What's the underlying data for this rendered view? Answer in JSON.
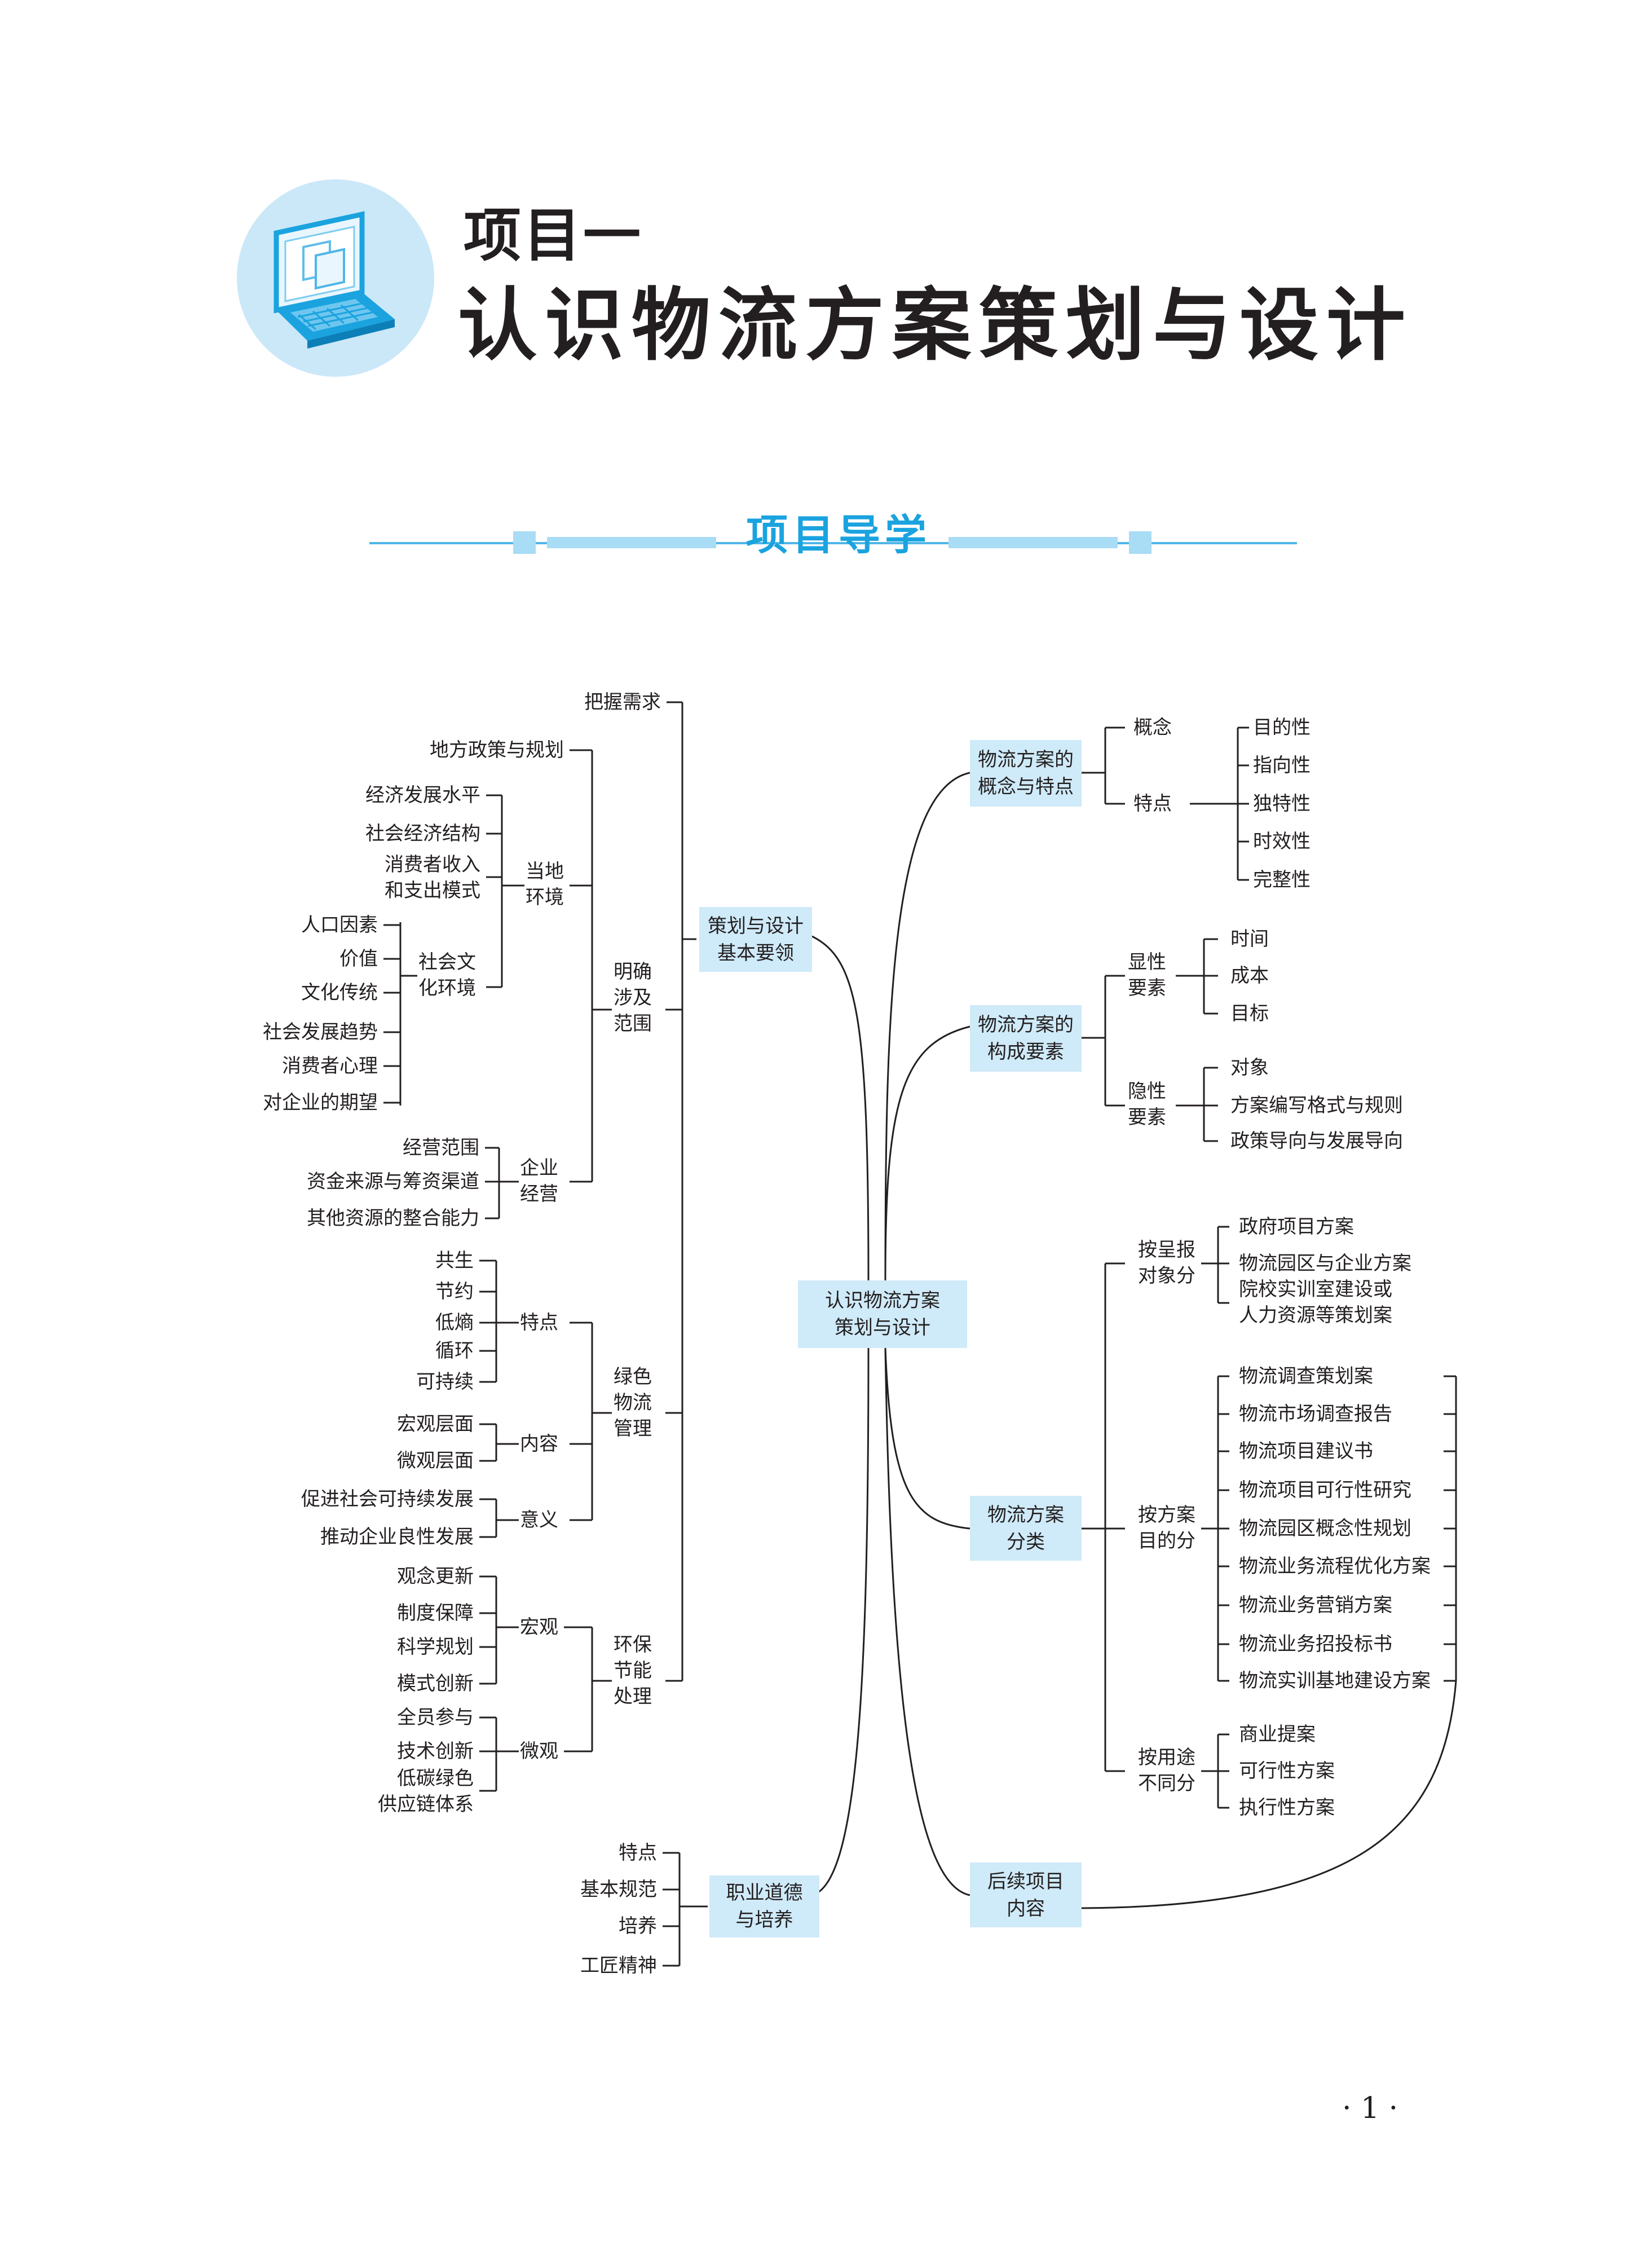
{
  "header": {
    "project_number": "项目一",
    "project_title": "认识物流方案策划与设计",
    "badge_icon": "laptop-icon"
  },
  "section": {
    "label": "项目导学"
  },
  "colors": {
    "accent": "#1aa3df",
    "box_fill": "#cfeaf8",
    "badge_circle": "#cbe8f8",
    "text": "#231f20"
  },
  "mindmap": {
    "root": "认识物流方案\n策划与设计",
    "nodes": {
      "L1_celue": "策划与设计\n基本要领",
      "L1_zhiye": "职业道德\n与培养",
      "R1_gainian": "物流方案的\n概念与特点",
      "R1_goucheng": "物流方案的\n构成要素",
      "R1_fenlei": "物流方案\n分类",
      "R1_houxu": "后续项目\n内容",
      "bawo": "把握需求",
      "mingque": "明确\n涉及\n范围",
      "lvse": "绿色\n物流\n管理",
      "huanbao": "环保\n节能\n处理",
      "difang": "地方政策与规划",
      "dangdi": "当地\n环境",
      "qiye": "企业\n经营",
      "jingji_fazhan": "经济发展水平",
      "shehui_jingji": "社会经济结构",
      "xiaofei_shouru": "消费者收入\n和支出模式",
      "shehui_wenhua": "社会文\n化环境",
      "renkou": "人口因素",
      "jiazhi": "价值",
      "wenhua": "文化传统",
      "shehui_qushi": "社会发展趋势",
      "xiaofei_xinli": "消费者心理",
      "qiwang": "对企业的期望",
      "jingying_fanwei": "经营范围",
      "zijin": "资金来源与筹资渠道",
      "qita_ziyuan": "其他资源的整合能力",
      "tedian_l": "特点",
      "neirong": "内容",
      "yiyi": "意义",
      "gongsheng": "共生",
      "jieyue": "节约",
      "dishang": "低熵",
      "xunhuan": "循环",
      "kechixu": "可持续",
      "hongguan_cm": "宏观层面",
      "weiguan_cm": "微观层面",
      "cujin": "促进社会可持续发展",
      "tuidong": "推动企业良性发展",
      "hongguan": "宏观",
      "weiguan": "微观",
      "guannian": "观念更新",
      "zhidu": "制度保障",
      "kexue": "科学规划",
      "moshi": "模式创新",
      "quanyuan": "全员参与",
      "jishu": "技术创新",
      "ditan": "低碳绿色\n供应链体系",
      "zy_tedian": "特点",
      "zy_guifan": "基本规范",
      "zy_peiyang": "培养",
      "zy_jiangjing": "工匠精神",
      "gainian": "概念",
      "tedian_r": "特点",
      "mudi": "目的性",
      "zhixiang": "指向性",
      "dute": "独特性",
      "shixiao": "时效性",
      "wanzheng": "完整性",
      "xianxing": "显性\n要素",
      "yinxing": "隐性\n要素",
      "shijian": "时间",
      "chengben": "成本",
      "mubiao": "目标",
      "duixiang": "对象",
      "bianxie": "方案编写格式与规则",
      "zhengce": "政策导向与发展导向",
      "cb_duixiang": "按呈报\n对象分",
      "an_mudi": "按方案\n目的分",
      "an_yongtu": "按用途\n不同分",
      "zhengfu": "政府项目方案",
      "yuanqu_qiye": "物流园区与企业方案",
      "yuanxiao": "院校实训室建设或\n人力资源等策划案",
      "diaocha_ch": "物流调查策划案",
      "shichang": "物流市场调查报告",
      "jianyi": "物流项目建议书",
      "kexing_yj": "物流项目可行性研究",
      "yuanqu_gn": "物流园区概念性规划",
      "liucheng": "物流业务流程优化方案",
      "yingxiao": "物流业务营销方案",
      "zhaotou": "物流业务招投标书",
      "shixun": "物流实训基地建设方案",
      "shangye": "商业提案",
      "kexing_fa": "可行性方案",
      "zhixing": "执行性方案"
    }
  },
  "page_number": "· 1 ·"
}
